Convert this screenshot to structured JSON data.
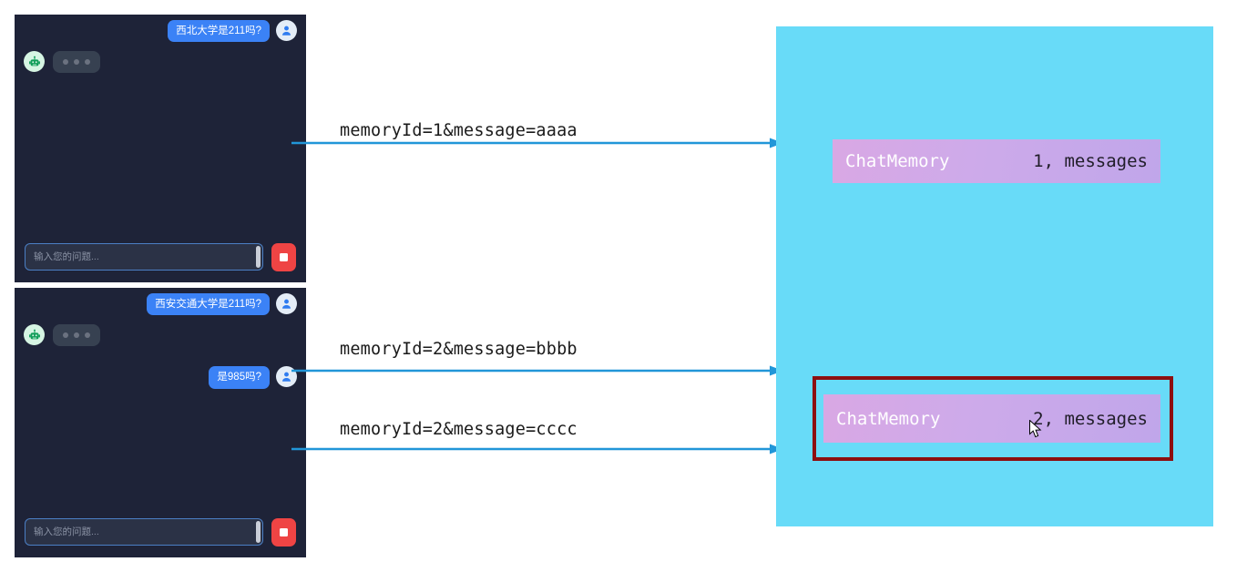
{
  "chat_windows": [
    {
      "id": "chat-1",
      "messages": [
        {
          "role": "user",
          "text": "西北大学是211吗?"
        },
        {
          "role": "bot",
          "text": "",
          "typing": true
        }
      ],
      "input": {
        "placeholder": "输入您的问题...",
        "value": ""
      },
      "stop_button_label": "stop"
    },
    {
      "id": "chat-2",
      "messages": [
        {
          "role": "user",
          "text": "西安交通大学是211吗?"
        },
        {
          "role": "bot",
          "text": "",
          "typing": true
        },
        {
          "role": "user",
          "text": "是985吗?"
        }
      ],
      "input": {
        "placeholder": "输入您的问题...",
        "value": ""
      },
      "stop_button_label": "stop"
    }
  ],
  "arrows": [
    {
      "label": "memoryId=1&message=aaaa"
    },
    {
      "label": "memoryId=2&message=bbbb"
    },
    {
      "label": "memoryId=2&message=cccc"
    }
  ],
  "memory_panel": {
    "boxes": [
      {
        "title": "ChatMemory",
        "count": "1, messages",
        "highlighted": false
      },
      {
        "title": "ChatMemory",
        "count": "2, messages",
        "highlighted": true
      }
    ]
  },
  "colors": {
    "chat_background": "#1e2338",
    "user_bubble": "#3b82f6",
    "panel_cyan": "#68dbf8",
    "memory_box_purple": "#cdaaea",
    "highlight_border": "#8d0f10",
    "arrow_blue": "#2196d8",
    "stop_button_red": "#ef4444"
  }
}
